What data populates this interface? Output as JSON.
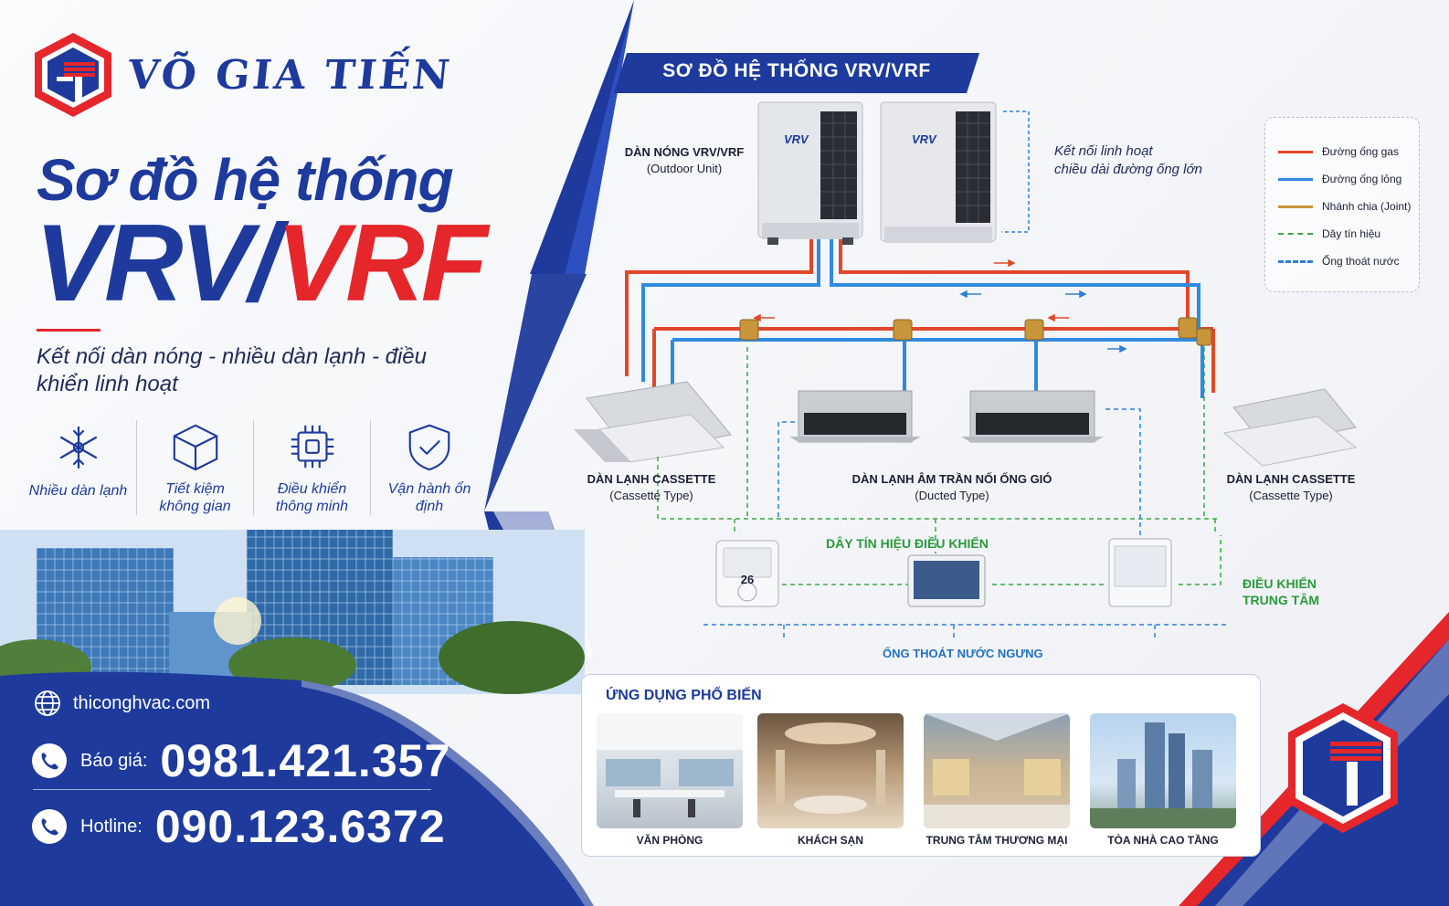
{
  "brand": {
    "name": "VÕ GIA TIẾN"
  },
  "hero": {
    "title_line1": "Sơ đồ hệ thống",
    "title_vrv": "VRV/",
    "title_vrf": "VRF",
    "subtitle": "Kết nối dàn nóng - nhiều dàn lạnh - điều khiển linh hoạt"
  },
  "features": [
    {
      "label": "Nhiều dàn lạnh",
      "icon": "snowflake-network-icon"
    },
    {
      "label": "Tiết kiệm không gian",
      "icon": "cube-icon"
    },
    {
      "label": "Điều khiển thông minh",
      "icon": "chip-icon"
    },
    {
      "label": "Vận hành ổn định",
      "icon": "shield-check-icon"
    }
  ],
  "contact": {
    "website": "thiconghvac.com",
    "quote_label": "Báo giá:",
    "quote_phone": "0981.421.357",
    "hotline_label": "Hotline:",
    "hotline_phone": "090.123.6372"
  },
  "diagram": {
    "title": "SƠ ĐỒ HỆ THỐNG VRV/VRF",
    "outdoor_label": "DÀN NÓNG VRV/VRF",
    "outdoor_sub": "(Outdoor Unit)",
    "unit_brand": "VRV",
    "flex_note_1": "Kết nối linh hoạt",
    "flex_note_2": "chiều dài đường ống lớn",
    "cassette_left_label": "DÀN LẠNH CASSETTE",
    "cassette_left_sub": "(Cassette Type)",
    "ducted_label": "DÀN LẠNH ÂM TRẦN NỐI ỐNG GIÓ",
    "ducted_sub": "(Ducted Type)",
    "cassette_right_label": "DÀN LẠNH CASSETTE",
    "cassette_right_sub": "(Cassette Type)",
    "signal_wire_label": "DÂY TÍN HIỆU ĐIỀU KHIỂN",
    "central_control_1": "ĐIỀU KHIỂN",
    "central_control_2": "TRUNG TÂM",
    "drain_label": "ỐNG THOÁT NƯỚC NGƯNG",
    "remote_temp": "26"
  },
  "legend": [
    {
      "label": "Đường ống gas",
      "color": "#e2472a",
      "style": "solid"
    },
    {
      "label": "Đường ống lỏng",
      "color": "#2f8ae0",
      "style": "solid"
    },
    {
      "label": "Nhánh chia (Joint)",
      "color": "#c8953a",
      "style": "solid"
    },
    {
      "label": "Dây tín hiệu",
      "color": "#3aa646",
      "style": "dashed"
    },
    {
      "label": "Ống thoát nước",
      "color": "#2f7ed8",
      "style": "dashed"
    }
  ],
  "applications": {
    "title": "ỨNG DỤNG PHỔ BIẾN",
    "items": [
      {
        "label": "VĂN PHÒNG"
      },
      {
        "label": "KHÁCH SẠN"
      },
      {
        "label": "TRUNG TÂM THƯƠNG MẠI"
      },
      {
        "label": "TÒA NHÀ CAO TẦNG"
      }
    ]
  },
  "colors": {
    "brand_blue": "#1d3a9c",
    "brand_red": "#e5262b",
    "gas": "#e2472a",
    "liquid": "#2f8ae0",
    "signal": "#3aa646"
  }
}
